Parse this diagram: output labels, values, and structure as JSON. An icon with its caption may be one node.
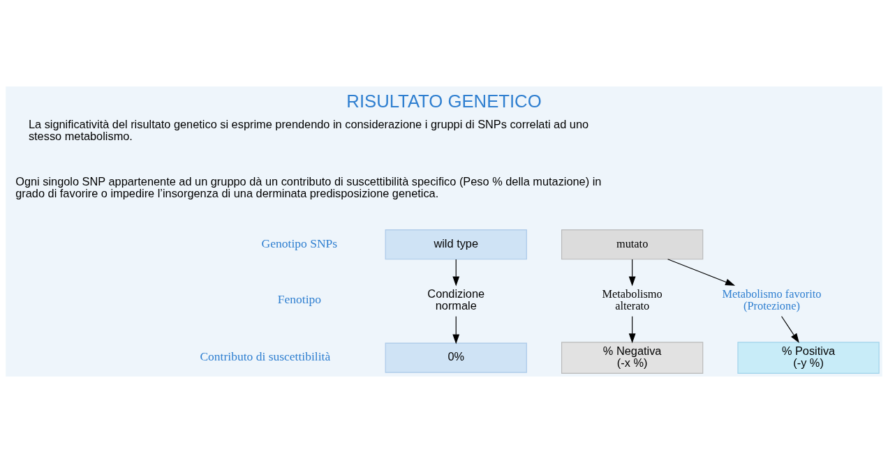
{
  "diagram": {
    "title": "RISULTATO GENETICO",
    "nodes": [
      {
        "text": [
          "wild type"
        ]
      },
      {
        "text": [
          "mutato"
        ]
      },
      {
        "text": [
          "Condizione normale"
        ]
      },
      {
        "text": [
          "Metabolismo alterato"
        ]
      },
      {
        "text": [
          "Metabolismo favorito (Protezione)"
        ]
      },
      {
        "text": [
          "0%"
        ]
      },
      {
        "text": [
          "% Negativa (-x %)"
        ]
      },
      {
        "text": [
          "% Positiva (-y %)"
        ]
      }
    ],
    "edges": [
      {
        "from": 0,
        "to": 2,
        "arrow": "to"
      },
      {
        "from": 2,
        "to": 5,
        "arrow": "to"
      },
      {
        "from": 1,
        "to": 3,
        "arrow": "to"
      },
      {
        "from": 1,
        "to": 4,
        "arrow": "to"
      },
      {
        "from": 3,
        "to": 6,
        "arrow": "to"
      },
      {
        "from": 4,
        "to": 7,
        "arrow": "to"
      }
    ],
    "labels": [
      "La significatività del risultato genetico si esprime prendendo in considerazione i gruppi di SNPs correlati ad uno stesso metabolismo.",
      "Ogni singolo SNP appartenente ad un gruppo dà un contributo di suscettibilità specifico (Peso % della mutazione) in grado di favorire o impedire l’insorgenza di una derminata predisposizione genetica.",
      "Genotipo SNPs",
      "Fenotipo",
      "Contributo di suscettibilità"
    ]
  }
}
